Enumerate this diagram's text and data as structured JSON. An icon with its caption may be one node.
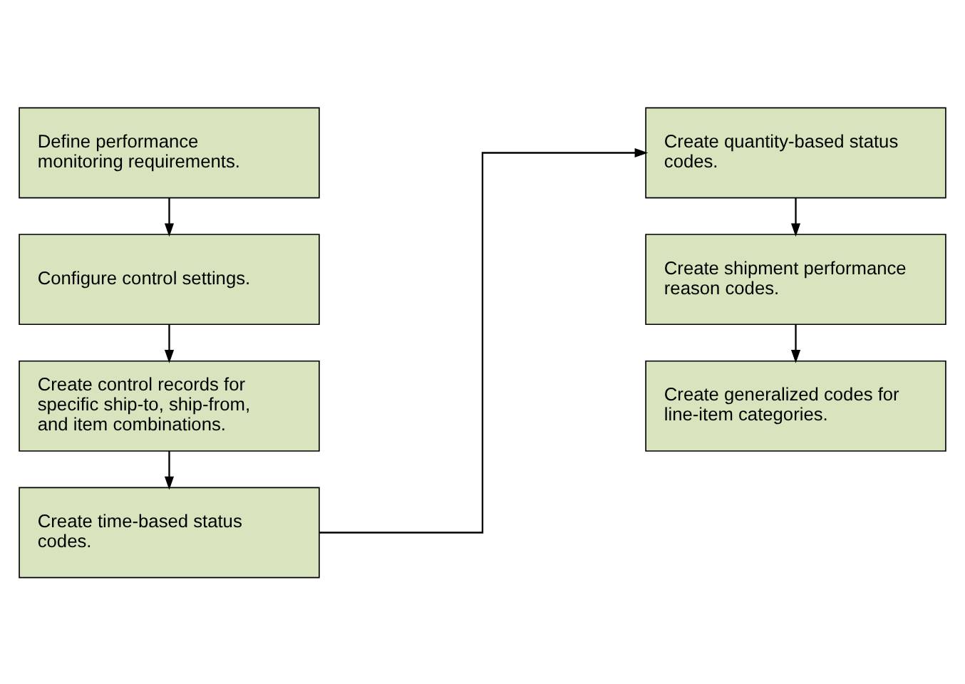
{
  "diagram": {
    "nodes": [
      {
        "text": [
          "Define performance monitoring requirements."
        ]
      },
      {
        "text": [
          "Configure control settings."
        ]
      },
      {
        "text": [
          "Create control records for specific ship-to, ship-from, and item combinations."
        ]
      },
      {
        "text": [
          "Create time-based status codes."
        ]
      },
      {
        "text": [
          "Create quantity-based status codes."
        ]
      },
      {
        "text": [
          "Create shipment performance reason codes."
        ]
      },
      {
        "text": [
          "Create generalized codes for line-item categories."
        ]
      }
    ],
    "edges": [
      {
        "from": 0,
        "to": 1,
        "arrow": "to"
      },
      {
        "from": 1,
        "to": 2,
        "arrow": "to"
      },
      {
        "from": 2,
        "to": 3,
        "arrow": "to"
      },
      {
        "from": 3,
        "to": 4,
        "arrow": "to"
      },
      {
        "from": 4,
        "to": 5,
        "arrow": "to"
      },
      {
        "from": 5,
        "to": 6,
        "arrow": "to"
      }
    ]
  }
}
